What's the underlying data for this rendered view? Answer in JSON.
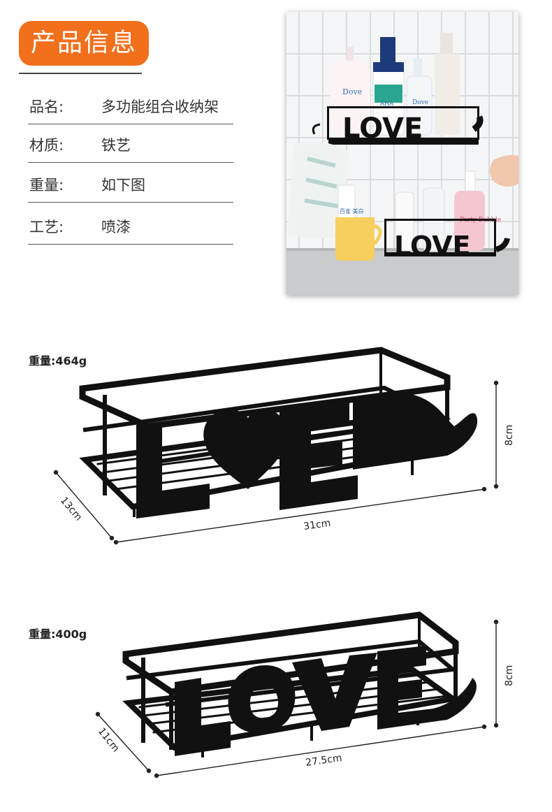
{
  "header": {
    "title": "产品信息"
  },
  "specs": [
    {
      "label": "品名:",
      "value": "多功能组合收纳架"
    },
    {
      "label": "材质:",
      "value": "铁艺"
    },
    {
      "label": "重量:",
      "value": "如下图"
    },
    {
      "label": "工艺:",
      "value": "喷漆"
    }
  ],
  "photo": {
    "upper_shelf_text": "LOVE",
    "lower_shelf_text": "LOVE",
    "bottle_brand": "Dove",
    "bottle_brand_2": "AHA",
    "bottle_brand_3": "Dove",
    "foam_brand": "Party Bubble",
    "tube_text": "百雀 美白"
  },
  "product_large": {
    "weight": "重量:464g",
    "length": "31cm",
    "depth": "13cm",
    "height": "8cm"
  },
  "product_small": {
    "weight": "重量:400g",
    "length": "27.5cm",
    "depth": "11cm",
    "height": "8cm"
  },
  "colors": {
    "accent": "#f26f1b",
    "metal": "#111111"
  }
}
